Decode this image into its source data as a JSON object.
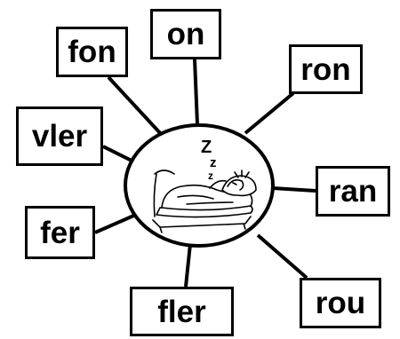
{
  "center": {
    "picture": "sleeping-person-in-bed",
    "sound_text": "Z z z"
  },
  "words": {
    "on": "on",
    "fon": "fon",
    "ron": "ron",
    "vler": "vler",
    "ran": "ran",
    "fer": "fer",
    "rou": "rou",
    "fler": "fler"
  },
  "colors": {
    "ink": "#000000",
    "paper": "#ffffff"
  }
}
